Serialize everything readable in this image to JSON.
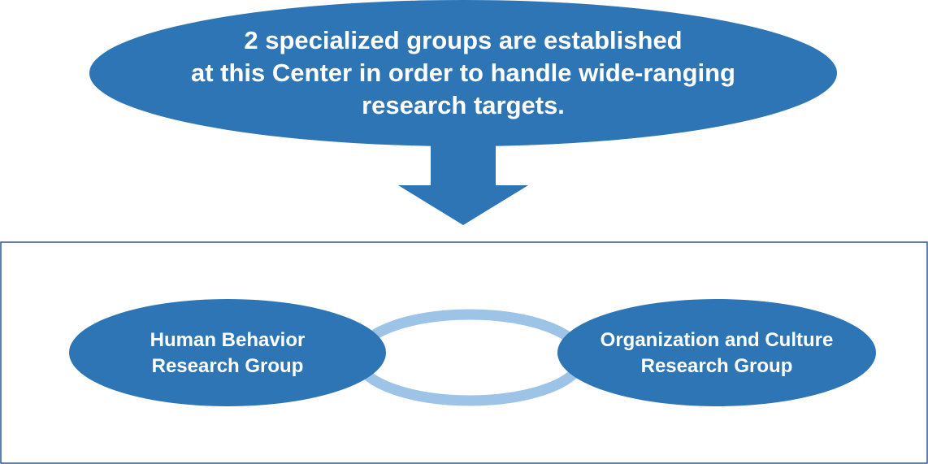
{
  "colors": {
    "primary": "#2e75b6",
    "light_ring": "#9dc3e6",
    "frame_border": "#2e5597",
    "text": "#ffffff"
  },
  "heading": {
    "lines": [
      "2 specialized groups are established",
      "at this Center in order to handle wide-ranging",
      "research targets."
    ]
  },
  "groups": [
    {
      "lines": [
        "Human Behavior",
        "Research Group"
      ]
    },
    {
      "lines": [
        "Organization and Culture",
        "Research Group"
      ]
    }
  ]
}
